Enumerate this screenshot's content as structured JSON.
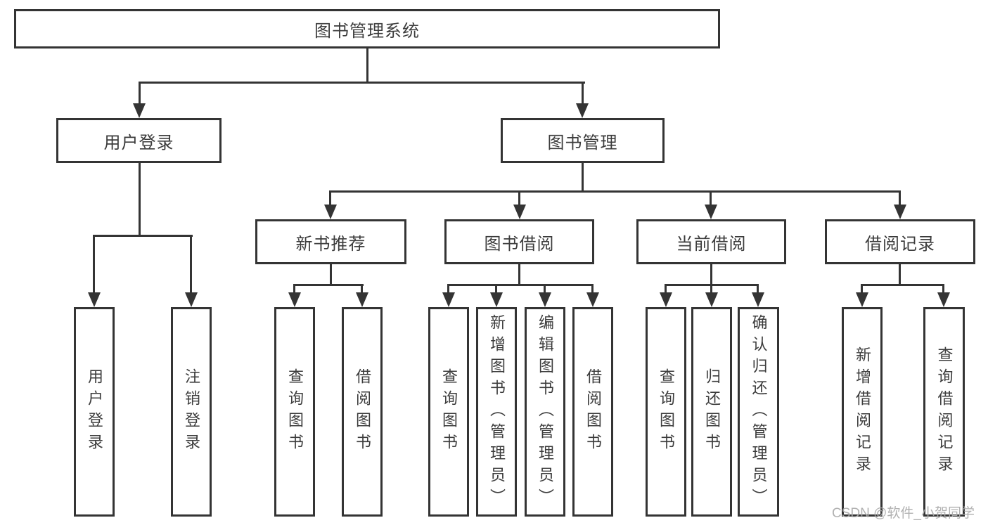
{
  "colors": {
    "line": "#343434",
    "text": "#3c3c3c",
    "node_background": "#ffffff",
    "watermark": "#ababab",
    "background": "#ffffff"
  },
  "diagram": {
    "root": {
      "label": "图书管理系统"
    },
    "level2": {
      "user_login": {
        "label": "用户登录"
      },
      "book_management": {
        "label": "图书管理"
      }
    },
    "level3": {
      "new_book_recommend": {
        "label": "新书推荐"
      },
      "book_borrow": {
        "label": "图书借阅"
      },
      "current_borrow": {
        "label": "当前借阅"
      },
      "borrow_record": {
        "label": "借阅记录"
      }
    },
    "leaves": {
      "user_login": [
        "用户登录",
        "注销登录"
      ],
      "new_book_recommend": [
        "查询图书",
        "借阅图书"
      ],
      "book_borrow": [
        "查询图书",
        "新增图书（管理员）",
        "编辑图书（管理员）",
        "借阅图书"
      ],
      "current_borrow": [
        "查询图书",
        "归还图书",
        "确认归还（管理员）"
      ],
      "borrow_record": [
        "新增借阅记录",
        "查询借阅记录"
      ]
    }
  },
  "watermark": {
    "text": "CSDN @软件_小贺同学"
  }
}
